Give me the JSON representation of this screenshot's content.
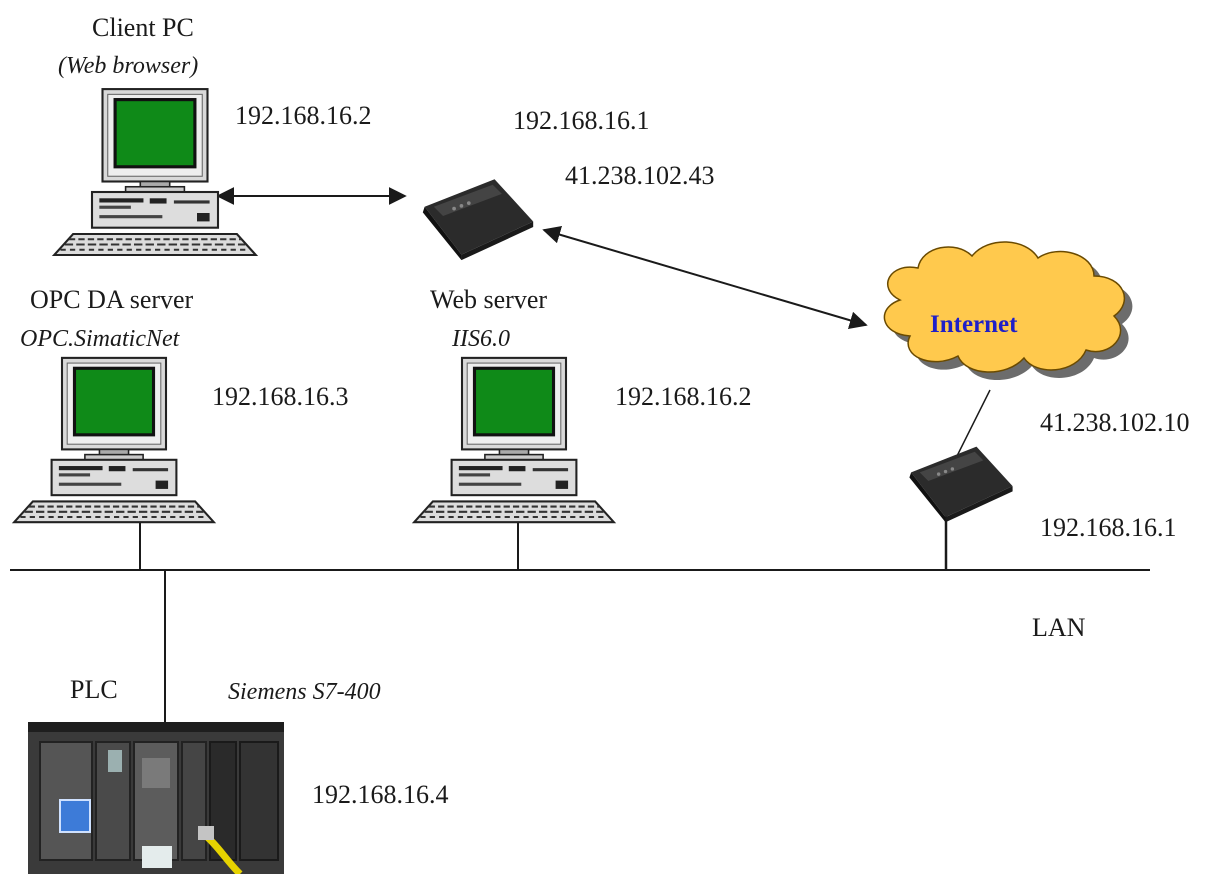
{
  "colors": {
    "screen": "#0f8a18",
    "cloud_fill": "#ffc94d",
    "cloud_text": "#1f1fc8",
    "line": "#1a1a1a",
    "router": "#2b2b2b",
    "plc_panel": "#3a3a3a"
  },
  "icons": [
    "computer-icon",
    "router-icon",
    "cloud-icon",
    "plc-photo"
  ],
  "client": {
    "title": "Client PC",
    "subtitle": "(Web browser)",
    "ip": "192.168.16.2"
  },
  "local_router": {
    "ip_lan": "192.168.16.1",
    "ip_wan": "41.238.102.43"
  },
  "opc": {
    "title": "OPC DA server",
    "subtitle": "OPC.SimaticNet",
    "ip": "192.168.16.3"
  },
  "web": {
    "title": "Web server",
    "subtitle": "IIS6.0",
    "ip": "192.168.16.2"
  },
  "internet": {
    "label": "Internet"
  },
  "remote_router": {
    "ip_wan": "41.238.102.10",
    "ip_lan": "192.168.16.1"
  },
  "lan": {
    "label": "LAN"
  },
  "plc": {
    "title": "PLC",
    "model": "Siemens S7-400",
    "ip": "192.168.16.4"
  }
}
